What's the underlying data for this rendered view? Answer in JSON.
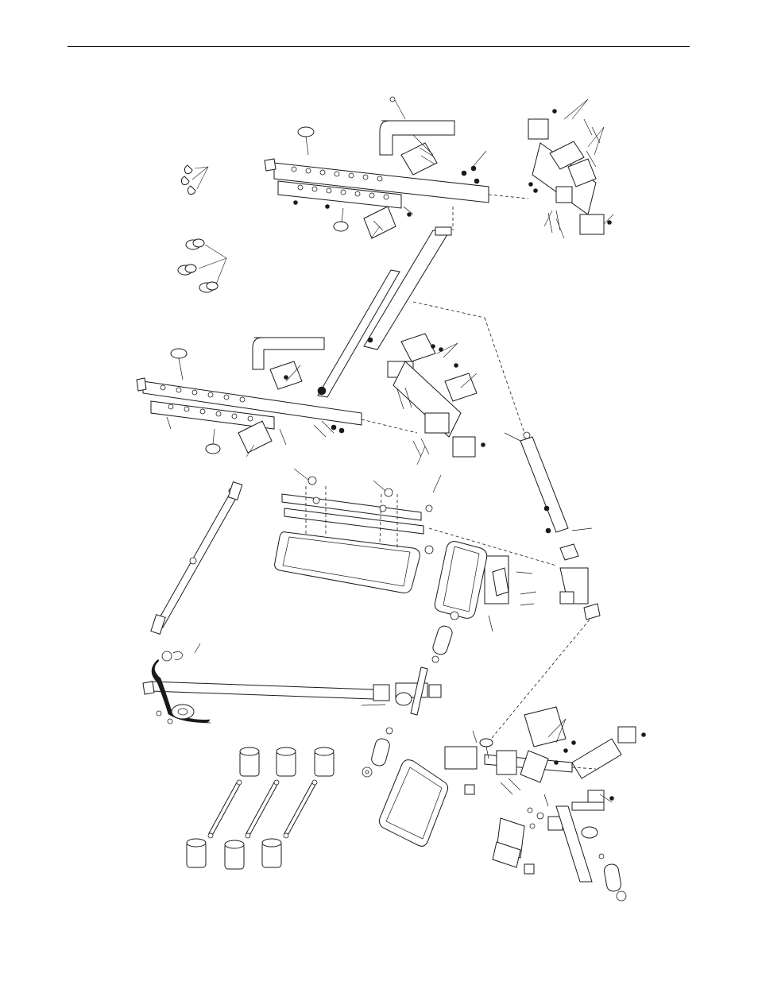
{
  "page": {
    "header_rule": "top-rule",
    "illustration": "exploded-parts-drawing"
  },
  "parts": {
    "frame_tubes": "upright-frame-tubes",
    "seat_pad": "seat-pad",
    "back_pad": "back-pad",
    "leg_rollers": [
      "roller-pad",
      "roller-pad",
      "roller-pad",
      "roller-pad",
      "roller-pad",
      "roller-pad"
    ],
    "handles": "pull-handles",
    "bar": "weight-bar"
  }
}
